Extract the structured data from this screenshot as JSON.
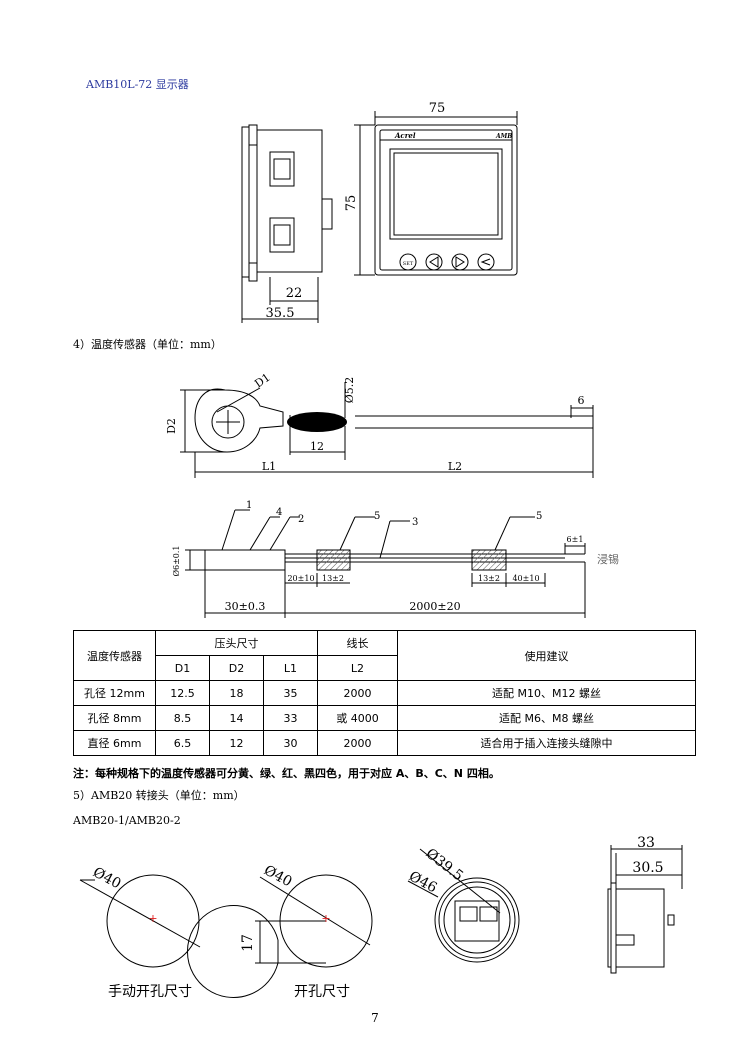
{
  "sections": {
    "display_title": "AMB10L-72 显示器",
    "temp_sensor_title": "4）温度传感器（单位：mm）",
    "adapter_title": "5）AMB20 转接头（单位：mm）",
    "adapter_models": "AMB20-1/AMB20-2"
  },
  "display_drawing": {
    "width_dim": "75",
    "height_dim": "75",
    "depth_inner": "22",
    "depth_total": "35.5",
    "brand": "Acrel",
    "model": "AMB",
    "button_set": "SET"
  },
  "sensor_drawing": {
    "d1": "D1",
    "d2": "D2",
    "diameter": "Ø5.2",
    "len12": "12",
    "len6": "6",
    "l1": "L1",
    "l2": "L2"
  },
  "cable_drawing": {
    "part1": "1",
    "part4": "4",
    "part2": "2",
    "part5a": "5",
    "part3": "3",
    "part5b": "5",
    "dia": "Ø6±0.1",
    "len_6": "6±1",
    "tin_label": "浸锡",
    "dim_20": "20±10",
    "dim_13a": "13±2",
    "dim_13b": "13±2",
    "dim_40": "40±10",
    "dim_30": "30±0.3",
    "dim_2000": "2000±20"
  },
  "table": {
    "header": {
      "col_sensor": "温度传感器",
      "col_crimp": "压头尺寸",
      "col_length": "线长",
      "col_usage": "使用建议",
      "d1": "D1",
      "d2": "D2",
      "l1": "L1",
      "l2": "L2"
    },
    "rows": [
      {
        "name": "孔径 12mm",
        "d1": "12.5",
        "d2": "18",
        "l1": "35",
        "l2": "2000",
        "usage": "适配 M10、M12 螺丝"
      },
      {
        "name": "孔径 8mm",
        "d1": "8.5",
        "d2": "14",
        "l1": "33",
        "l2": "或 4000",
        "usage": "适配 M6、M8 螺丝"
      },
      {
        "name": "直径 6mm",
        "d1": "6.5",
        "d2": "12",
        "l1": "30",
        "l2": "2000",
        "usage": "适合用于插入连接头缝隙中"
      }
    ]
  },
  "note": "注：每种规格下的温度传感器可分黄、绿、红、黑四色，用于对应 A、B、C、N 四相。",
  "adapter_drawing": {
    "d40a": "Ø40",
    "d40b": "Ø40",
    "dim17": "17",
    "d39_5": "Ø39.5",
    "d46": "Ø46",
    "dim33": "33",
    "dim30_5": "30.5",
    "caption_manual": "手动开孔尺寸",
    "caption_hole": "开孔尺寸"
  },
  "page_number": "7"
}
